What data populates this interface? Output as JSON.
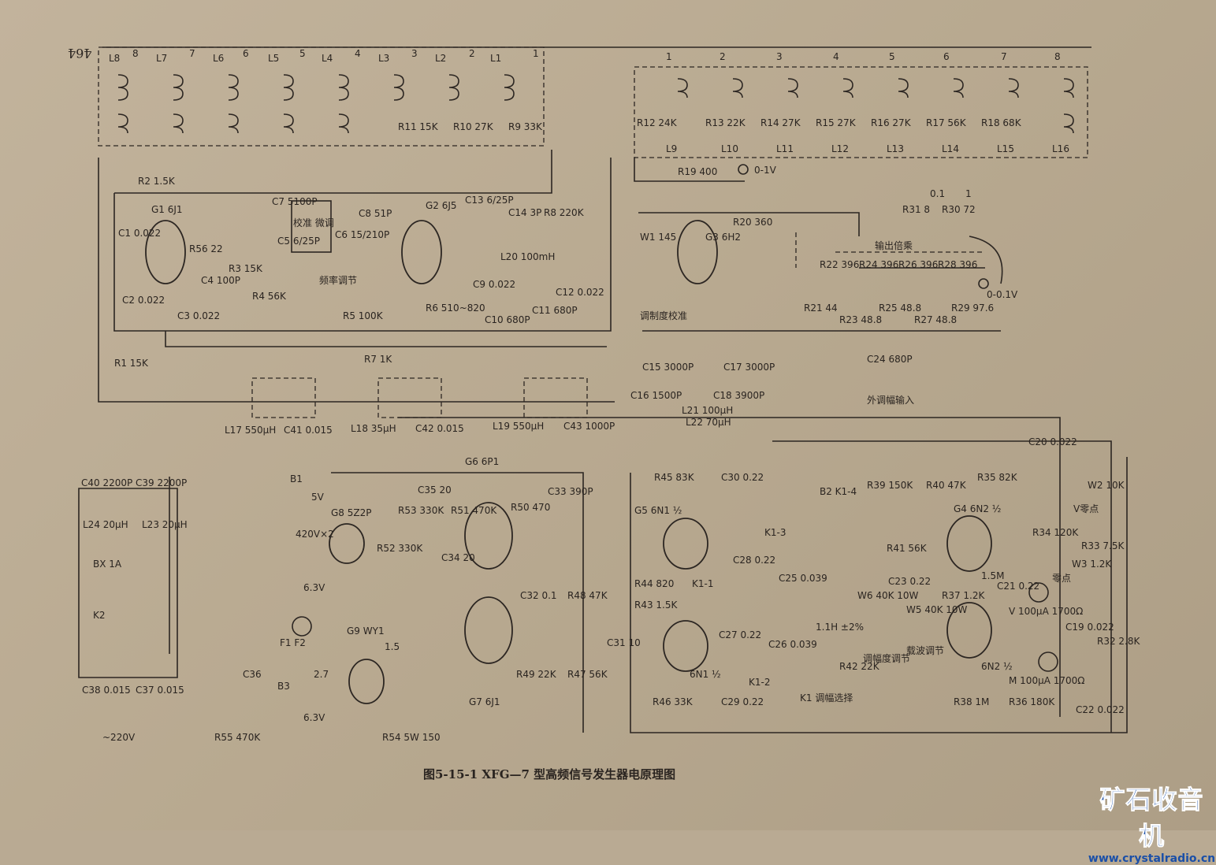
{
  "page_number": "464",
  "caption": "图5-15-1  XFG—7 型高频信号发生器电原理图",
  "watermark": {
    "main": "矿石收音机",
    "url": "www.crystalradio.cn"
  },
  "band_coils_left": [
    "L8",
    "L7",
    "L6",
    "L5",
    "L4",
    "L3",
    "L2",
    "L1"
  ],
  "band_numbers": [
    "8",
    "7",
    "6",
    "5",
    "4",
    "3",
    "2",
    "1"
  ],
  "band_numbers_right": [
    "1",
    "2",
    "3",
    "4",
    "5",
    "6",
    "7",
    "8"
  ],
  "band_coils_right": [
    "L9",
    "L10",
    "L11",
    "L12",
    "L13",
    "L14",
    "L15",
    "L16"
  ],
  "band_resistors": [
    "R11 15K",
    "R10 27K",
    "R9 33K",
    "R12 24K",
    "R13 22K",
    "R14 27K",
    "R15 27K",
    "R16 27K",
    "R17 56K",
    "R18 68K"
  ],
  "oscillator": {
    "g1": "G1 6J1",
    "r2": "R2 1.5K",
    "c1": "C1 0.022",
    "c2": "C2 0.022",
    "c3": "C3 0.022",
    "c4": "C4 100P",
    "r3": "R3 15K",
    "r4": "R4 56K",
    "r56": "R56 22",
    "c7": "C7 5100P",
    "c5": "C5 6/25P",
    "c6": "C6 15/210P",
    "fine": "校准 微调",
    "freq": "频率调节",
    "c8": "C8 51P",
    "r1": "R1 15K",
    "r5": "R5 100K",
    "r7": "R7 1K"
  },
  "buffer": {
    "g2": "G2 6J5",
    "c13": "C13 6/25P",
    "c14": "C14 3P",
    "r8": "R8 220K",
    "l20": "L20 100mH",
    "r6": "R6 510~820",
    "c9": "C9 0.022",
    "c10": "C10 680P",
    "c11": "C11 680P",
    "c12": "C12 0.022"
  },
  "meter_section": {
    "r19": "R19 400",
    "out1": "0-1V",
    "g3": "G3 6H2",
    "r20": "R20 360",
    "w1": "W1 145",
    "w1_label": "调制度校准",
    "c15": "C15 3000P",
    "c16": "C16 1500P",
    "c17": "C17 3000P",
    "c18": "C18 3900P",
    "l21": "L21 100μH",
    "l22": "L22 70μH"
  },
  "attenuator": {
    "r31": "R31 8",
    "r30": "R30 72",
    "tap1": "0.1",
    "tap2": "1",
    "out_label": "输出倍乘",
    "r22": "R22 396",
    "r24": "R24 396",
    "r26": "R26 396",
    "r28": "R28 396",
    "r21": "R21 44",
    "r23": "R23 48.8",
    "r25": "R25 48.8",
    "r27": "R27 48.8",
    "r29": "R29 97.6",
    "out2": "0-0.1V",
    "c24": "C24 680P",
    "ext": "外调幅输入"
  },
  "filters": {
    "l17": "L17 550μH",
    "c41": "C41 0.015",
    "l18": "L18 35μH",
    "c42": "C42 0.015",
    "l19": "L19 550μH",
    "c43": "C43 1000P"
  },
  "power": {
    "c40": "C40 2200P",
    "c39": "C39 2200P",
    "l24": "L24 20μH",
    "l23": "L23 20μH",
    "bx": "BX 1A",
    "k2": "K2",
    "c38": "C38 0.015",
    "c37": "C37 0.015",
    "mains": "~220V",
    "b1": "B1",
    "v5": "5V",
    "g8": "G8 5Z2P",
    "v420": "420V×2",
    "v63": "6.3V",
    "g9": "G9 WY1",
    "f": "F1 F2",
    "v27": "2.7",
    "v15": "1.5",
    "c36": "C36",
    "b3": "B3",
    "v63b": "6.3V",
    "r55": "R55 470K",
    "r54": "R54 5W 150"
  },
  "regulator": {
    "g6": "G6 6P1",
    "g7": "G7 6J1",
    "r52": "R52 330K",
    "r53": "R53 330K",
    "c35": "C35 20",
    "c34": "C34 20",
    "r51": "R51 470K",
    "r50": "R50 470",
    "c33": "C33 390P",
    "c32": "C32 0.1",
    "r48": "R48 47K",
    "r47": "R47 56K",
    "r49": "R49 22K",
    "c31": "C31 10"
  },
  "modulator": {
    "r45": "R45 83K",
    "c30": "C30 0.22",
    "g5": "G5 6N1 ½",
    "r44": "R44 820",
    "r43": "R43 1.5K",
    "k11": "K1-1",
    "k13": "K1-3",
    "c28": "C28 0.22",
    "c25": "C25 0.039",
    "c27": "C27 0.22",
    "c26": "C26 0.039",
    "k12": "K1-2",
    "r46": "R46 33K",
    "c29": "C29 0.22",
    "g5b": "6N1 ½",
    "k1": "K1 调幅选择",
    "b2": "B2 K1-4",
    "l": "1.1H ±2%",
    "r42": "R42 22K"
  },
  "meter_amp": {
    "r39": "R39 150K",
    "r41": "R41 56K",
    "w6": "W6 40K 10W",
    "w6_label": "调幅度调节",
    "c23": "C23 0.22",
    "w5": "W5 40K 10W",
    "w5_label": "载波调节",
    "r40": "R40 47K",
    "r35": "R35 82K",
    "g4": "G4 6N2 ½",
    "r37": "R37 1.2K",
    "r36b": "1.5M",
    "c21": "C21 0.22",
    "g4b": "6N2 ½",
    "r38": "R38 1M",
    "r36": "R36 180K",
    "c20": "C20 0.022",
    "r34": "R34 120K",
    "r33": "R33 7.5K",
    "v_zero": "V零点",
    "w2": "W2 10K",
    "w3": "W3 1.2K",
    "zero": "零点",
    "c19": "C19 0.022",
    "r32": "R32 2.8K",
    "c22": "C22 0.022",
    "meter_v": "V 100μA 1700Ω",
    "meter_m": "M 100μA 1700Ω"
  }
}
